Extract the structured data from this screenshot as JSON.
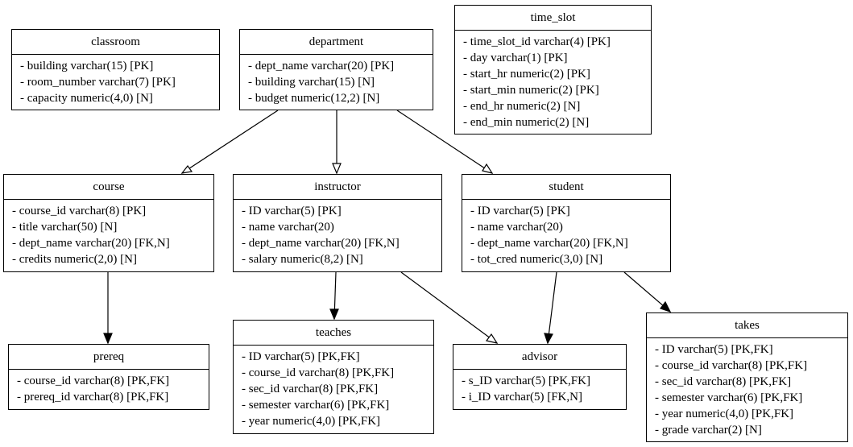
{
  "entities": {
    "classroom": {
      "name": "classroom",
      "attributes": [
        "- building varchar(15) [PK]",
        "- room_number varchar(7) [PK]",
        "- capacity numeric(4,0) [N]"
      ]
    },
    "department": {
      "name": "department",
      "attributes": [
        "- dept_name varchar(20) [PK]",
        "- building varchar(15) [N]",
        "- budget numeric(12,2) [N]"
      ]
    },
    "time_slot": {
      "name": "time_slot",
      "attributes": [
        "- time_slot_id varchar(4) [PK]",
        "- day varchar(1) [PK]",
        "- start_hr numeric(2) [PK]",
        "- start_min numeric(2) [PK]",
        "- end_hr numeric(2) [N]",
        "- end_min numeric(2) [N]"
      ]
    },
    "course": {
      "name": "course",
      "attributes": [
        "- course_id varchar(8) [PK]",
        "- title varchar(50) [N]",
        "- dept_name varchar(20) [FK,N]",
        "- credits numeric(2,0) [N]"
      ]
    },
    "instructor": {
      "name": "instructor",
      "attributes": [
        "- ID varchar(5) [PK]",
        "- name varchar(20)",
        "- dept_name varchar(20) [FK,N]",
        "- salary numeric(8,2) [N]"
      ]
    },
    "student": {
      "name": "student",
      "attributes": [
        "- ID varchar(5) [PK]",
        "- name varchar(20)",
        "- dept_name varchar(20) [FK,N]",
        "- tot_cred numeric(3,0) [N]"
      ]
    },
    "prereq": {
      "name": "prereq",
      "attributes": [
        "- course_id varchar(8) [PK,FK]",
        "- prereq_id varchar(8) [PK,FK]"
      ]
    },
    "teaches": {
      "name": "teaches",
      "attributes": [
        "- ID varchar(5) [PK,FK]",
        "- course_id varchar(8) [PK,FK]",
        "- sec_id varchar(8) [PK,FK]",
        "- semester varchar(6) [PK,FK]",
        "- year numeric(4,0) [PK,FK]"
      ]
    },
    "advisor": {
      "name": "advisor",
      "attributes": [
        "- s_ID varchar(5) [PK,FK]",
        "- i_ID varchar(5) [FK,N]"
      ]
    },
    "takes": {
      "name": "takes",
      "attributes": [
        "- ID varchar(5) [PK,FK]",
        "- course_id varchar(8) [PK,FK]",
        "- sec_id varchar(8) [PK,FK]",
        "- semester varchar(6) [PK,FK]",
        "- year numeric(4,0) [PK,FK]",
        "- grade varchar(2) [N]"
      ]
    }
  },
  "edges": [
    {
      "from": "department",
      "to": "course",
      "arrowhead": "hollow"
    },
    {
      "from": "department",
      "to": "instructor",
      "arrowhead": "hollow"
    },
    {
      "from": "department",
      "to": "student",
      "arrowhead": "hollow"
    },
    {
      "from": "course",
      "to": "prereq",
      "arrowhead": "filled"
    },
    {
      "from": "instructor",
      "to": "teaches",
      "arrowhead": "filled"
    },
    {
      "from": "instructor",
      "to": "advisor",
      "arrowhead": "hollow"
    },
    {
      "from": "student",
      "to": "advisor",
      "arrowhead": "filled"
    },
    {
      "from": "student",
      "to": "takes",
      "arrowhead": "filled"
    }
  ]
}
